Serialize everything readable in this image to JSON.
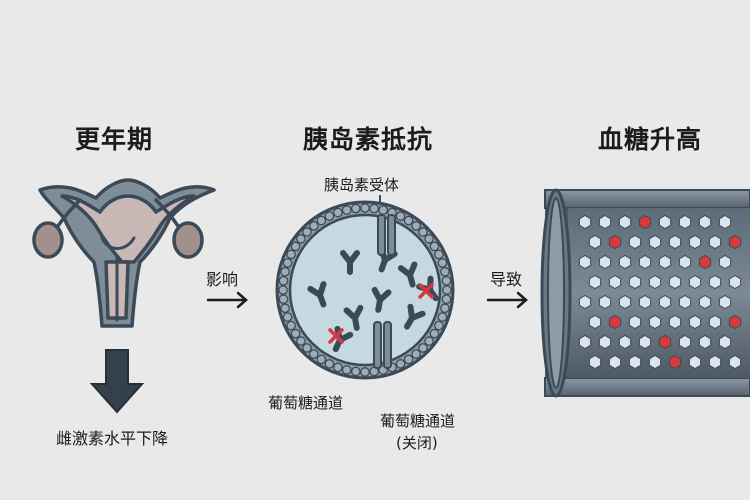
{
  "panels": {
    "menopause": {
      "title": "更年期",
      "caption": "雌激素水平下降"
    },
    "insulin_resistance": {
      "title": "胰岛素抵抗",
      "receptor_label": "胰岛素受体",
      "channel_label": "葡萄糖通道",
      "channel_closed_label": "葡萄糖通道",
      "channel_closed_note": "(关闭)"
    },
    "blood_sugar": {
      "title": "血糖升高"
    }
  },
  "arrows": {
    "first": "影响",
    "second": "导致"
  },
  "colors": {
    "background": "#e9e9e9",
    "outline": "#3b4a57",
    "uterus_fill": "#c9b8b6",
    "cell_fill": "#c4d9e2",
    "vessel_fill": "#4f5e6b",
    "glucose_fill": "#dde3ea",
    "blocked_red": "#d83a3a"
  },
  "icons": [
    "uterus-icon",
    "down-arrow-icon",
    "right-arrow-icon",
    "receptor-icon",
    "blocked-x-icon",
    "glucose-hexagon-icon"
  ]
}
